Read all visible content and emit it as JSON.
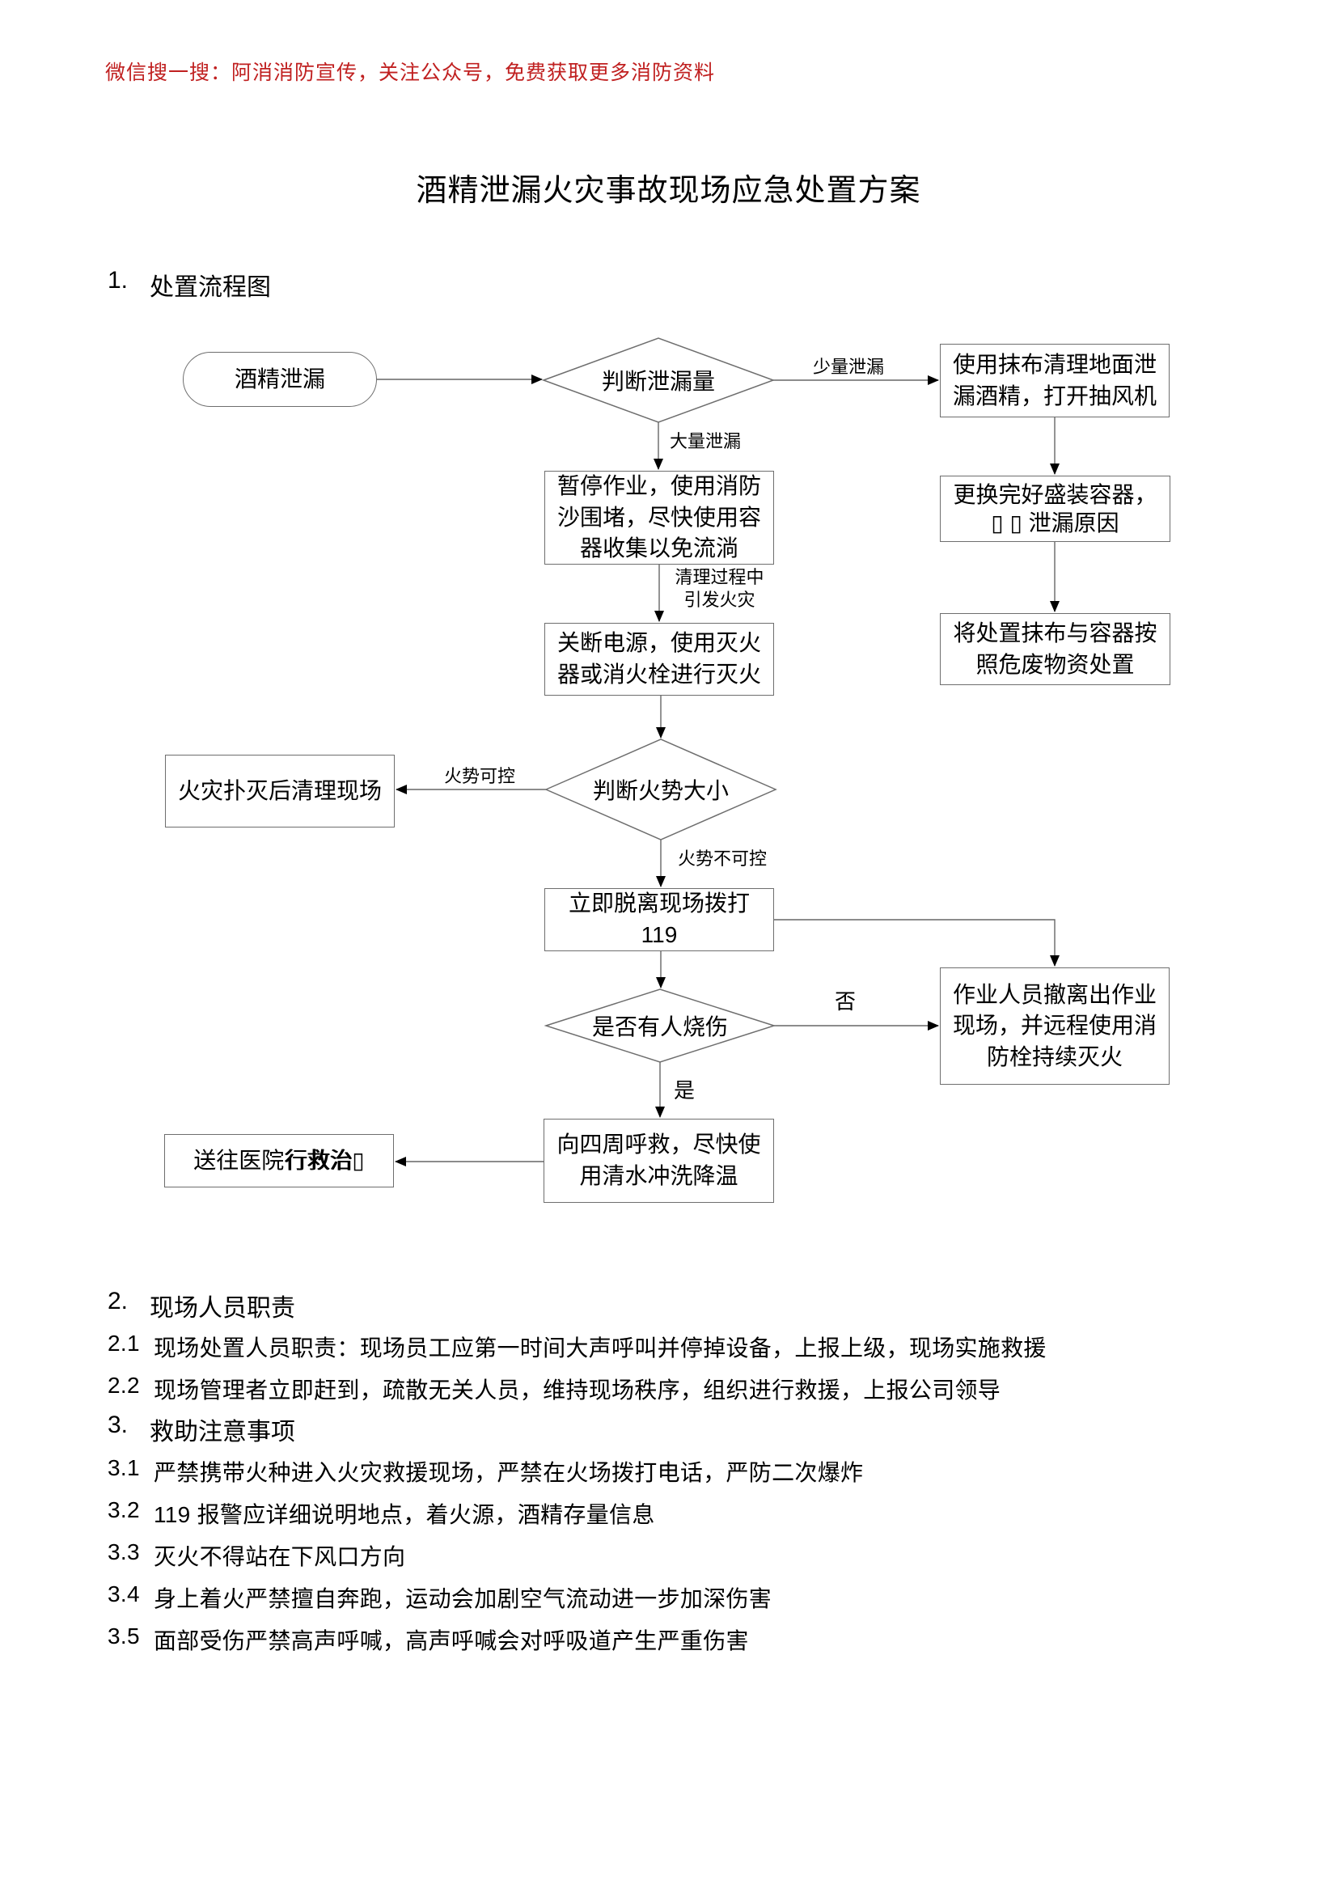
{
  "header": {
    "notice": "微信搜一搜：阿消消防宣传，关注公众号，免费获取更多消防资料",
    "notice_color": "#c02020"
  },
  "title": "酒精泄漏火灾事故现场应急处置方案",
  "section1": {
    "num": "1.",
    "title": "处置流程图"
  },
  "flowchart": {
    "nodes": {
      "start": "酒精泄漏",
      "judge_leak": "判断泄漏量",
      "wipe": "使用抹布清理地面泄漏酒精，打开抽风机",
      "pause": "暂停作业，使用消防沙围堵，尽快使用容器收集以免流淌",
      "replace_line1": "更换完好盛装容器，",
      "replace_line2": "▯ ▯ 泄漏原因",
      "dispose": "将处置抹布与容器按照危废物资处置",
      "cutoff": "关断电源，使用灭火器或消火栓进行灭火",
      "judge_fire": "判断火势大小",
      "cleanup": "火灾扑灭后清理现场",
      "escape": "立即脱离现场拨打119",
      "judge_burn": "是否有人烧伤",
      "evacuate": "作业人员撤离出作业现场，并远程使用消防栓持续灭火",
      "rinse": "向四周呼救，尽快使用清水冲洗降温",
      "hospital_pre": "送往医院",
      "hospital_garbled": "行救治",
      "hospital_tofu": "▯"
    },
    "edges": {
      "minor": "少量泄漏",
      "major": "大量泄漏",
      "fire_during_1": "清理过程中",
      "fire_during_2": "引发火灾",
      "controllable": "火势可控",
      "uncontrollable": "火势不可控",
      "no": "否",
      "yes": "是"
    }
  },
  "section2": {
    "num": "2.",
    "title": "现场人员职责",
    "items": [
      {
        "num": "2.1",
        "text": "现场处置人员职责：现场员工应第一时间大声呼叫并停掉设备，上报上级，现场实施救援"
      },
      {
        "num": "2.2",
        "text": "现场管理者立即赶到，疏散无关人员，维持现场秩序，组织进行救援，上报公司领导"
      }
    ]
  },
  "section3": {
    "num": "3.",
    "title": "救助注意事项",
    "items": [
      {
        "num": "3.1",
        "text": "严禁携带火种进入火灾救援现场，严禁在火场拨打电话，严防二次爆炸"
      },
      {
        "num": "3.2",
        "text": "119 报警应详细说明地点，着火源，酒精存量信息"
      },
      {
        "num": "3.3",
        "text": "灭火不得站在下风口方向"
      },
      {
        "num": "3.4",
        "text": "身上着火严禁擅自奔跑，运动会加剧空气流动进一步加深伤害"
      },
      {
        "num": "3.5",
        "text": "面部受伤严禁高声呼喊，高声呼喊会对呼吸道产生严重伤害"
      }
    ]
  }
}
